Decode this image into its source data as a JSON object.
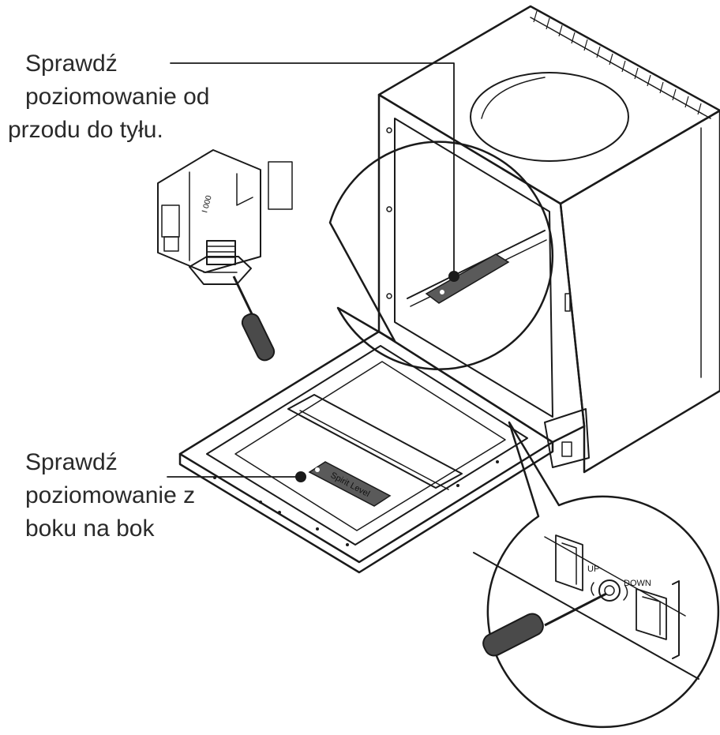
{
  "callouts": {
    "front_to_back": {
      "lines": [
        "Sprawdź",
        "poziomowanie od",
        "przodu do tyłu."
      ]
    },
    "side_to_side": {
      "lines": [
        "Sprawdź",
        "poziomowanie z",
        "boku na bok"
      ]
    }
  },
  "spirit_level": {
    "label": "Spirit Level"
  },
  "adjuster": {
    "up_label": "UP",
    "down_label": "DOWN"
  },
  "colors": {
    "line": "#1a1a1a",
    "text": "#2a2a2a",
    "background": "#ffffff",
    "level_fill": "#5a5a5a"
  }
}
